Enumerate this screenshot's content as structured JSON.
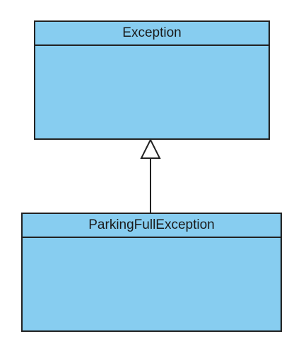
{
  "diagram": {
    "type": "uml-class-diagram",
    "classes": [
      {
        "id": "exception",
        "name": "Exception"
      },
      {
        "id": "parking",
        "name": "ParkingFullException"
      }
    ],
    "relationships": [
      {
        "type": "generalization",
        "from": "ParkingFullException",
        "to": "Exception"
      }
    ],
    "colors": {
      "class_fill": "#87cdf0",
      "border": "#222222",
      "text": "#1a1a1a"
    }
  }
}
